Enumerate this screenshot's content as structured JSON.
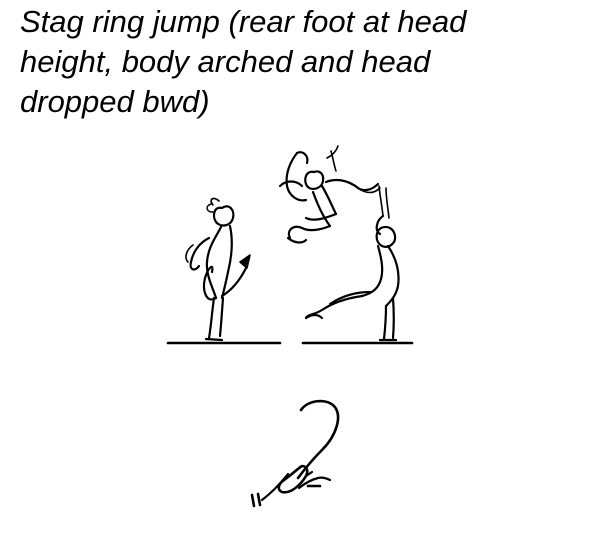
{
  "element": {
    "description_line1": "Stag ring jump (rear foot at head",
    "description_line2": "height, body arched and head",
    "description_line3": "dropped bwd)"
  },
  "illustration": {
    "figures": [
      "takeoff-figure",
      "airborne-figure",
      "landing-figure"
    ],
    "symbol": "stag-ring-jump-symbol"
  }
}
